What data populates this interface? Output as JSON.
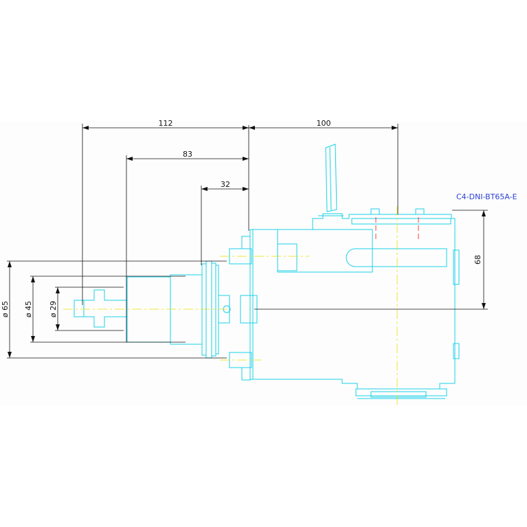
{
  "part_label": "C4-DNI-BT65A-E",
  "dimensions": {
    "length_112": "112",
    "length_83": "83",
    "length_32": "32",
    "length_100": "100",
    "height_68": "68",
    "dia_65": "ø 65",
    "dia_45": "ø 45",
    "dia_29": "ø 29"
  },
  "colors": {
    "outline": "#19d1e6",
    "dimension": "#111111",
    "centerline": "#e8e000",
    "hidden": "#ff2a2a",
    "label": "#2a3fd4"
  }
}
